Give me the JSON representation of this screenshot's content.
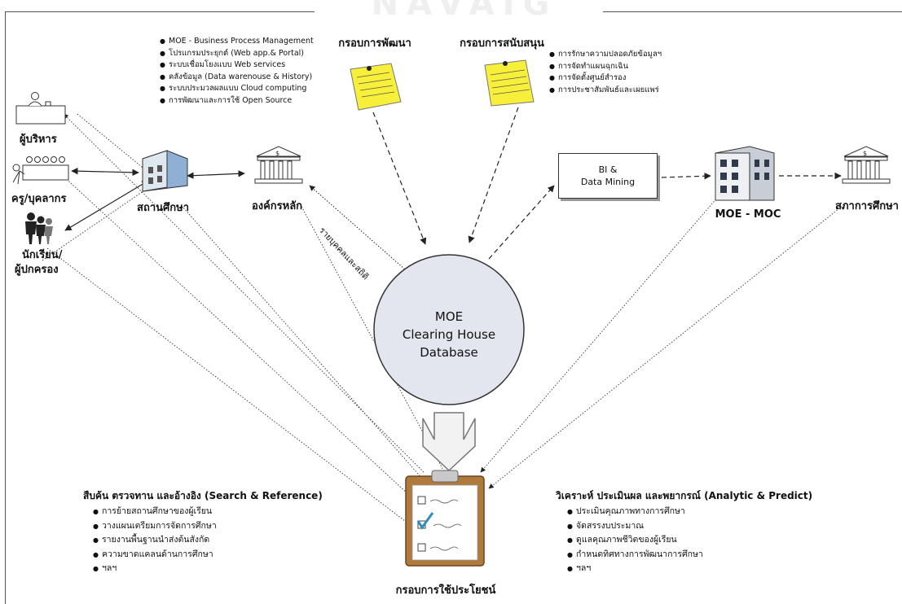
{
  "watermark": "NAVAIG",
  "actors": {
    "executive": "ผู้บริหาร",
    "teacher": "ครู/บุคลากร",
    "student_line1": "นักเรียน/",
    "student_line2": "ผู้ปกครอง",
    "school": "สถานศึกษา",
    "parent_org": "องค์กรหลัก",
    "moe_moc": "MOE - MOC",
    "education_council": "สภาการศึกษา"
  },
  "frameworks": {
    "development": {
      "title": "กรอบการพัฒนา",
      "items": [
        "MOE - Business Process Management",
        "โปรแกรมประยุกต์ (Web app.& Portal)",
        "ระบบเชื่อมโยงแบบ Web services",
        "คลังข้อมูล (Data warenouse & History)",
        "ระบบประมวลผลแบบ Cloud computing",
        "การพัฒนาและการใช้ Open Source"
      ]
    },
    "support": {
      "title": "กรอบการสนับสนุน",
      "items": [
        "การรักษาความปลอดภัยข้อมูลฯ",
        "การจัดทำแผนฉุกเฉิน",
        "การจัดตั้งศูนย์สำรอง",
        "การประชาสัมพันธ์และเผยแพร่"
      ]
    },
    "benefit": {
      "title": "กรอบการใช้ประโยชน์"
    }
  },
  "bi_box": {
    "line1": "BI &",
    "line2": "Data Mining"
  },
  "database": {
    "line1": "MOE",
    "line2": "Clearing House",
    "line3": "Database"
  },
  "edge_label": "รายบุคคลและสถิติ",
  "search_section": {
    "title": "สืบค้น ตรวจทาน และอ้างอิง (Search & Reference)",
    "items": [
      "การย้ายสถานศึกษาของผู้เรียน",
      "วางแผนเตรียมการจัดการศึกษา",
      "รายงานพื้นฐานนำส่งต้นสังกัด",
      "ความขาดแคลนด้านการศึกษา",
      "ฯลฯ"
    ]
  },
  "analytic_section": {
    "title": "วิเคราะห์ ประเมินผล และพยากรณ์ (Analytic & Predict)",
    "items": [
      "ประเมินคุณภาพทางการศึกษา",
      "จัดสรรงบประมาณ",
      "ดูแลคุณภาพชีวิตของผู้เรียน",
      "กำหนดทิศทางการพัฒนาการศึกษา",
      "ฯลฯ"
    ]
  },
  "colors": {
    "line": "#333333",
    "circle_fill": "#e3e6ee",
    "note_fill": "#f7ef3a",
    "clipboard": "#b07a3c"
  }
}
